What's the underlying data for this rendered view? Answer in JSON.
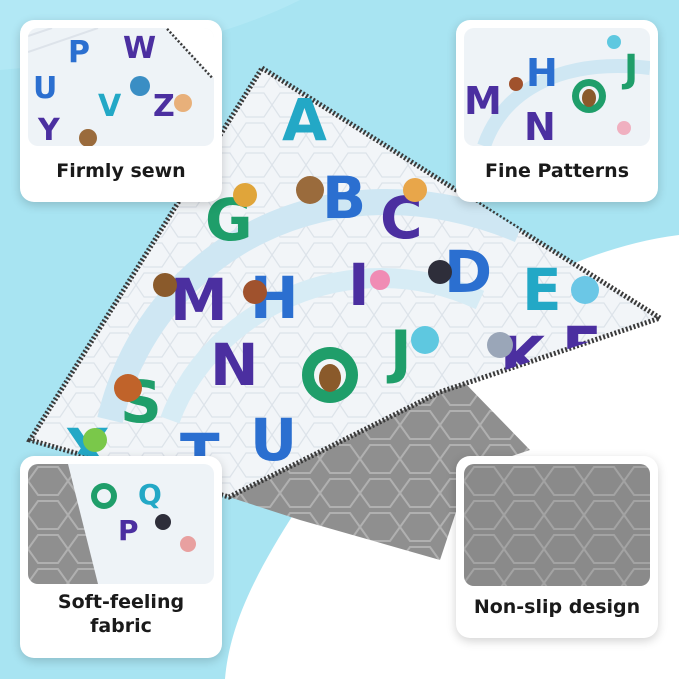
{
  "features": {
    "top_left": {
      "label": "Firmly sewn"
    },
    "top_right": {
      "label": "Fine Patterns"
    },
    "bottom_left": {
      "label": "Soft-feeling fabric"
    },
    "bottom_right": {
      "label": "Non-slip design"
    }
  },
  "colors": {
    "background_blue": "#a8e4f2",
    "mat_white": "#f2f5f8",
    "mat_underside_gray": "#8e8e8e",
    "letter_blue": "#2b6fd0",
    "letter_purple": "#4b2fa0",
    "letter_green": "#1f9e6a",
    "letter_teal": "#23a8c6"
  }
}
